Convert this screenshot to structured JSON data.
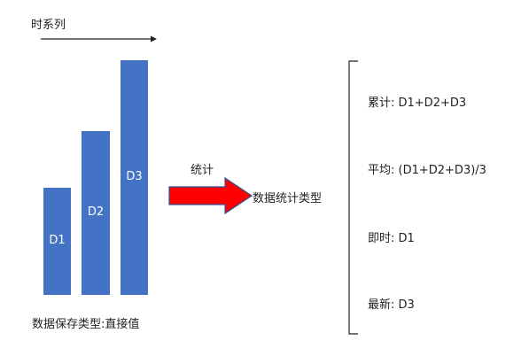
{
  "diagram": {
    "title": "时系列",
    "bars": [
      {
        "label": "D1"
      },
      {
        "label": "D2"
      },
      {
        "label": "D3"
      }
    ],
    "caption": "数据保存类型:直接值",
    "arrow_label": "统计",
    "target_label": "数据统计类型",
    "stat_types": [
      {
        "text": "累计: D1+D2+D3"
      },
      {
        "text": "平均: (D1+D2+D3)/3"
      },
      {
        "text": "即时: D1"
      },
      {
        "text": "最新: D3"
      }
    ],
    "colors": {
      "bar": "#4472C4",
      "arrow": "#FF0000",
      "arrow_edge": "#2F5597"
    }
  }
}
